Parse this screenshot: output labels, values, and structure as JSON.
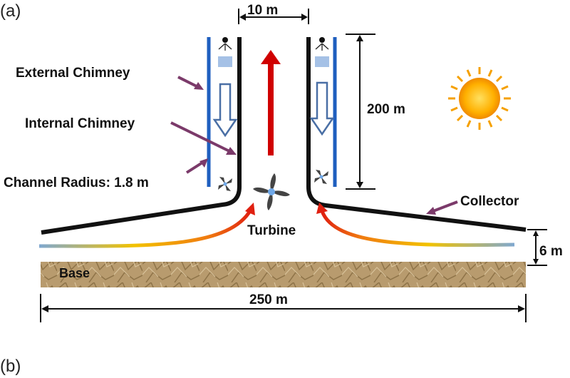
{
  "panels": {
    "a": "(a)",
    "b": "(b)"
  },
  "labels": {
    "external_chimney": "External Chimney",
    "internal_chimney": "Internal Chimney",
    "channel_radius": "Channel Radius: 1.8 m",
    "collector": "Collector",
    "turbine": "Turbine",
    "base": "Base"
  },
  "dimensions": {
    "chimney_width": "10 m",
    "chimney_height": "200 m",
    "collector_height": "6 m",
    "base_width": "250 m"
  },
  "colors": {
    "external_chimney": "#1f5fbf",
    "internal_chimney": "#111111",
    "updraft_arrow": "#d00000",
    "pointer": "#7b3a6a",
    "downflow_arrow": "#4a6fa5"
  }
}
